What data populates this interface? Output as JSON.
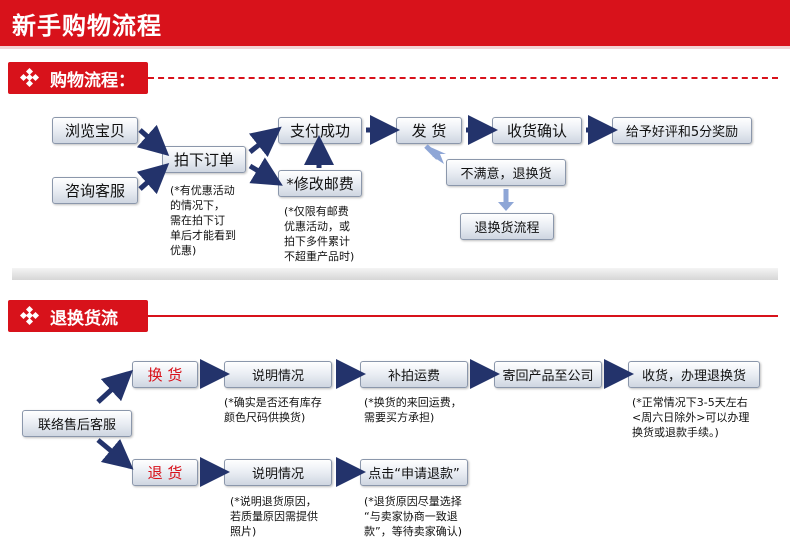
{
  "header": {
    "title": "新手购物流程"
  },
  "section1": {
    "label": "购物流程：",
    "boxes": {
      "browse": "浏览宝贝",
      "consult": "咨询客服",
      "order": "拍下订单",
      "pay": "支付成功",
      "modify": "*修改邮费",
      "ship": "发 货",
      "confirm": "收货确认",
      "review": "给予好评和5分奖励",
      "unsatisfied": "不满意，退换货",
      "return_flow": "退换货流程"
    },
    "notes": {
      "order": [
        "(*有优惠活动",
        "的情况下，",
        "需在拍下订",
        "单后才能看到",
        "优惠)"
      ],
      "modify": [
        "(*仅限有邮费",
        "优惠活动，或",
        "拍下多件累计",
        "不超重产品时)"
      ]
    }
  },
  "section2": {
    "label": "退换货流程：",
    "boxes": {
      "contact": "联络售后客服",
      "exchange": "换 货",
      "refund": "退 货",
      "explain1": "说明情况",
      "explain2": "说明情况",
      "reship_fee": "补拍运费",
      "send_back": "寄回产品至公司",
      "receive": "收货，办理退换货",
      "apply": "点击“申请退款”"
    },
    "notes": {
      "explain1": [
        "(*确实是否还有库存",
        "颜色尺码供换货)"
      ],
      "reship_fee": [
        "(*换货的来回运费，",
        "需要买方承担)"
      ],
      "receive": [
        "(*正常情况下3-5天左右",
        "<周六日除外>可以办理",
        "换货或退款手续。)"
      ],
      "explain2": [
        "(*说明退货原因，",
        "若质量原因需提供",
        "照片)"
      ],
      "apply": [
        "(*退货原因尽量选择",
        "“与卖家协商一致退",
        "款”，等待卖家确认)"
      ]
    }
  },
  "colors": {
    "brand_red": "#d8121b",
    "arrow_navy": "#23336b",
    "arrow_light": "#8ea6d6"
  },
  "icons": {
    "section_deco": "diamond-cluster-icon"
  }
}
